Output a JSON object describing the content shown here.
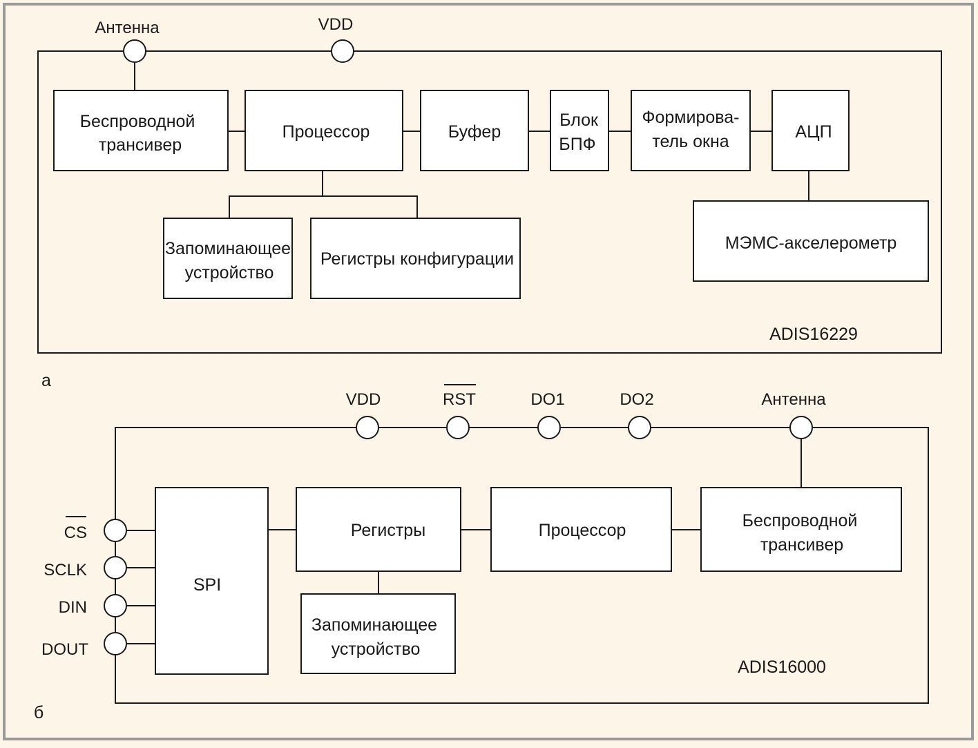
{
  "diagram_a": {
    "panel_label": "а",
    "chip_name": "ADIS16229",
    "pins": {
      "antenna": "Антенна",
      "vdd": "VDD"
    },
    "blocks": {
      "transceiver": [
        "Беспроводной",
        "трансивер"
      ],
      "processor": "Процессор",
      "buffer": "Буфер",
      "fft": [
        "Блок",
        "БПФ"
      ],
      "window": [
        "Формирова-",
        "тель окна"
      ],
      "adc": "АЦП",
      "memory": [
        "Запоминающее",
        "устройство"
      ],
      "config_registers": "Регистры конфигурации",
      "mems": "МЭМС-акселерометр"
    }
  },
  "diagram_b": {
    "panel_label": "б",
    "chip_name": "ADIS16000",
    "top_pins": {
      "vdd": "VDD",
      "rst": "RST",
      "do1": "DO1",
      "do2": "DO2",
      "antenna": "Антенна"
    },
    "left_pins": {
      "cs": "CS",
      "sclk": "SCLK",
      "din": "DIN",
      "dout": "DOUT"
    },
    "blocks": {
      "spi": "SPI",
      "registers": "Регистры",
      "processor": "Процессор",
      "transceiver": [
        "Беспроводной",
        "трансивер"
      ],
      "memory": [
        "Запоминающее",
        "устройство"
      ]
    }
  }
}
